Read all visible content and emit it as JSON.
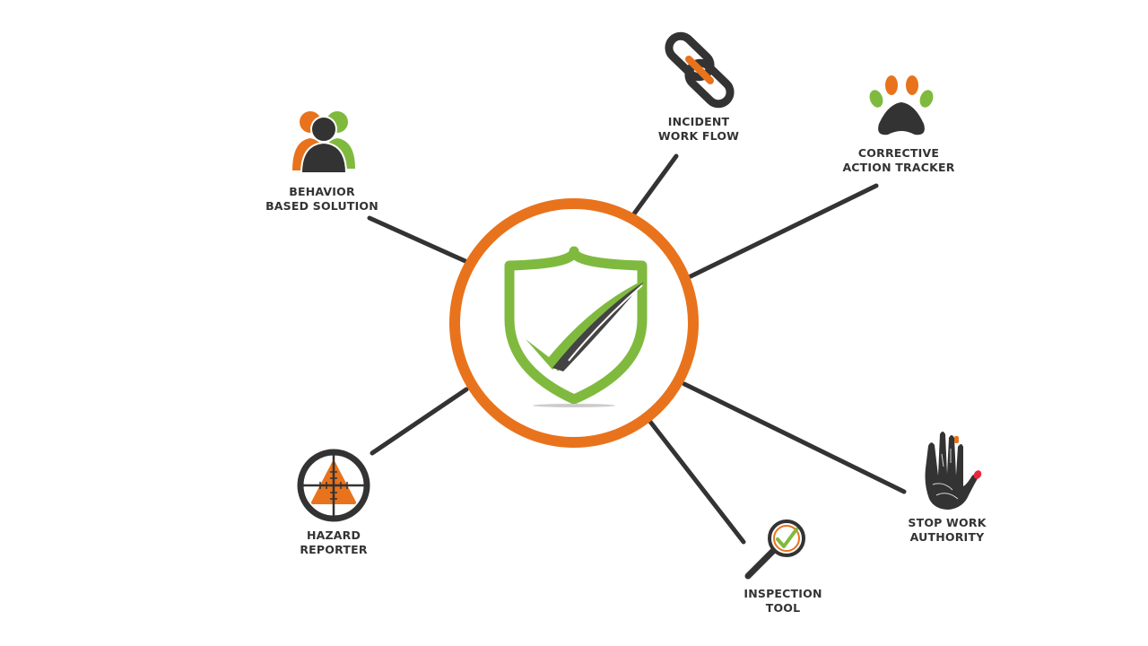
{
  "colors": {
    "orange": "#E8731C",
    "green": "#7FBA3F",
    "dark": "#333333",
    "red": "#E8283A",
    "spoke": "#333333"
  },
  "center": {
    "icon": "shield-check-icon"
  },
  "nodes": [
    {
      "id": "behavior",
      "icon": "people-group-icon",
      "lines": [
        "BEHAVIOR",
        "BASED SOLUTION"
      ]
    },
    {
      "id": "incident",
      "icon": "chain-link-icon",
      "lines": [
        "INCIDENT",
        "WORK FLOW"
      ]
    },
    {
      "id": "corrective",
      "icon": "paw-print-icon",
      "lines": [
        "CORRECTIVE",
        "ACTION TRACKER"
      ]
    },
    {
      "id": "hazard",
      "icon": "crosshair-warning-icon",
      "lines": [
        "HAZARD",
        "REPORTER"
      ]
    },
    {
      "id": "inspection",
      "icon": "magnifier-check-icon",
      "lines": [
        "INSPECTION",
        "TOOL"
      ]
    },
    {
      "id": "stopwork",
      "icon": "hand-print-icon",
      "lines": [
        "STOP WORK",
        "AUTHORITY"
      ]
    }
  ]
}
